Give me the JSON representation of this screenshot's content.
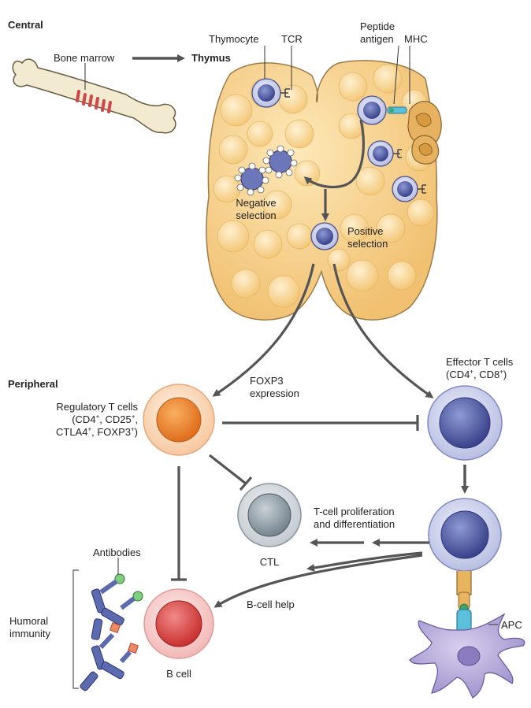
{
  "sections": {
    "central": "Central",
    "peripheral": "Peripheral"
  },
  "labels": {
    "bone_marrow": "Bone marrow",
    "thymus": "Thymus",
    "thymocyte": "Thymocyte",
    "tcr": "TCR",
    "peptide_antigen_line1": "Peptide",
    "peptide_antigen_line2": "antigen",
    "mhc": "MHC",
    "negative_selection_line1": "Negative",
    "negative_selection_line2": "selection",
    "positive_selection_line1": "Positive",
    "positive_selection_line2": "selection",
    "foxp3_line1": "FOXP3",
    "foxp3_line2": "expression",
    "treg_title": "Regulatory T cells",
    "treg_markers_line2_a": "(CD4",
    "treg_markers_line2_b": ", CD25",
    "treg_markers_line2_c": ",",
    "treg_markers_line3_a": "CTLA4",
    "treg_markers_line3_b": ", FOXP3",
    "treg_markers_line3_c": ")",
    "effector_title": "Effector T cells",
    "effector_markers_a": "(CD4",
    "effector_markers_b": ", CD8",
    "effector_markers_c": ")",
    "plus": "+",
    "tcell_prolif_line1": "T-cell proliferation",
    "tcell_prolif_line2": "and differentiation",
    "ctl": "CTL",
    "antibodies": "Antibodies",
    "humoral_line1": "Humoral",
    "humoral_line2": "immunity",
    "b_cell_help": "B-cell help",
    "b_cell": "B cell",
    "apc": "APC"
  },
  "colors": {
    "thymus_fill": "#f6cf86",
    "thymus_edge": "#9b7b4a",
    "thymocyte": "#5b6bb2",
    "treg": "#f08a2e",
    "effector": "#4f5fa8",
    "ctl": "#8d9aa4",
    "bcell": "#d9484a",
    "apc": "#a79ad1",
    "arrow": "#555555"
  }
}
